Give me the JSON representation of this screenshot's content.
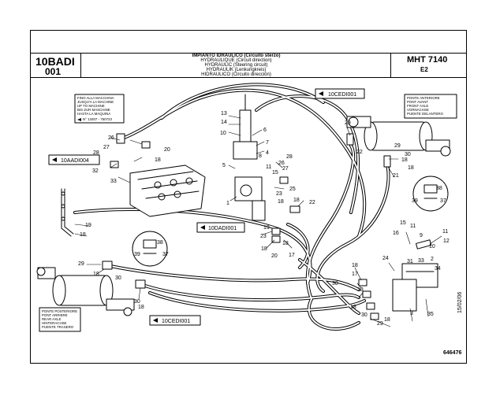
{
  "header": {
    "code_top": "10BADI",
    "code_bottom": "001",
    "titles": [
      "IMPIANTO IDRAULICO (Circuito sterzo)",
      "HYDRAULIQUE (Circuit direction)",
      "HYDRAULIC (Steering circuit)",
      "HYDRAULIK (Lenkungkreis)",
      "HIDRAULICO (Circuito dirección)"
    ],
    "model": "MHT 7140",
    "variant": "E2"
  },
  "notes": {
    "machine_limit": [
      "FINO ALLA MACCHINA",
      "JUSQU'A LA MACHINE",
      "UP TO MACHINE",
      "BIS ZUR MASCHINE",
      "HASTA LA MAQUINA"
    ],
    "machine_serial": "N° 13307 - 750723",
    "front_axle": [
      "PONTE ANTERIORE",
      "PONT AVANT",
      "FRONT AXLE",
      "VORNACHSE",
      "PUENTE DELANTERO"
    ],
    "rear_axle": [
      "PONTE POSTERIORE",
      "PONT ARRIERE",
      "REAR AXLE",
      "HINTERACHSE",
      "PUENTE TRASERO"
    ]
  },
  "refs": {
    "cedi_top": "10CEDI001",
    "aadi": "10AADI004",
    "dadi": "10DADI001",
    "cedi_bottom": "10CEDI001"
  },
  "footer": {
    "doc_number": "646476",
    "side_date": "15/02/06"
  },
  "parts": [
    "1",
    "2",
    "3",
    "4",
    "5",
    "6",
    "7",
    "8",
    "9",
    "10",
    "11",
    "12",
    "13",
    "14",
    "15",
    "16",
    "17",
    "18",
    "19",
    "20",
    "21",
    "22",
    "23",
    "24",
    "25",
    "26",
    "27",
    "28",
    "29",
    "30",
    "31",
    "32",
    "33",
    "34",
    "35",
    "36",
    "37",
    "38",
    "39"
  ]
}
